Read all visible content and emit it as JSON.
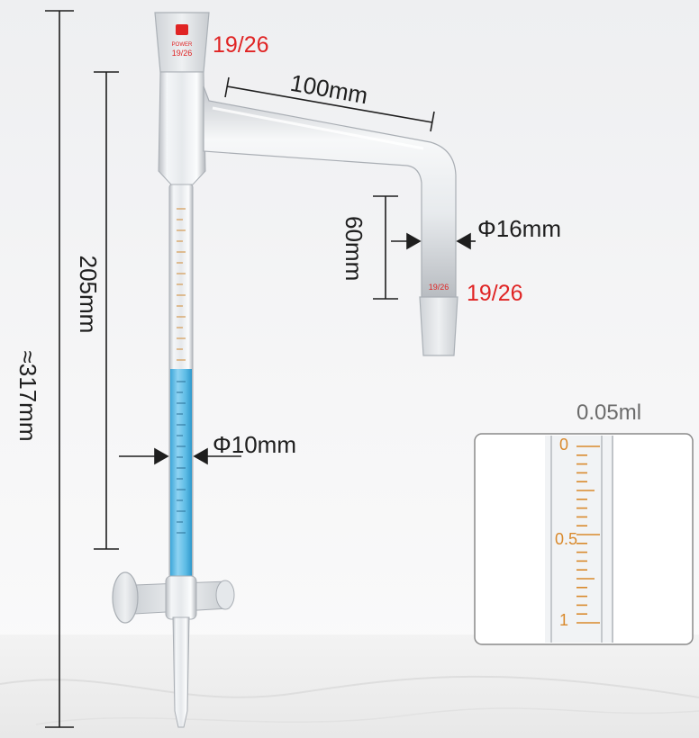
{
  "labels": {
    "top_joint": "19/26",
    "bottom_joint": "19/26",
    "arm_length": "100mm",
    "drop_height": "60mm",
    "outlet_diameter": "Φ16mm",
    "tube_length": "205mm",
    "tube_diameter": "Φ10mm",
    "total_height": "≈317mm",
    "graduation": "0.05ml"
  },
  "glass_marks": {
    "brand": "POWER",
    "top_joint_text": "19/26",
    "bottom_joint_text": "19/26"
  },
  "inset": {
    "scale_labels": [
      "0",
      "0.5",
      "1"
    ]
  },
  "colors": {
    "joint_label": "#e02424",
    "liquid": "#57b9e4",
    "graduation_marks": "#d9892c",
    "dimension_lines": "#1e1e1e"
  }
}
